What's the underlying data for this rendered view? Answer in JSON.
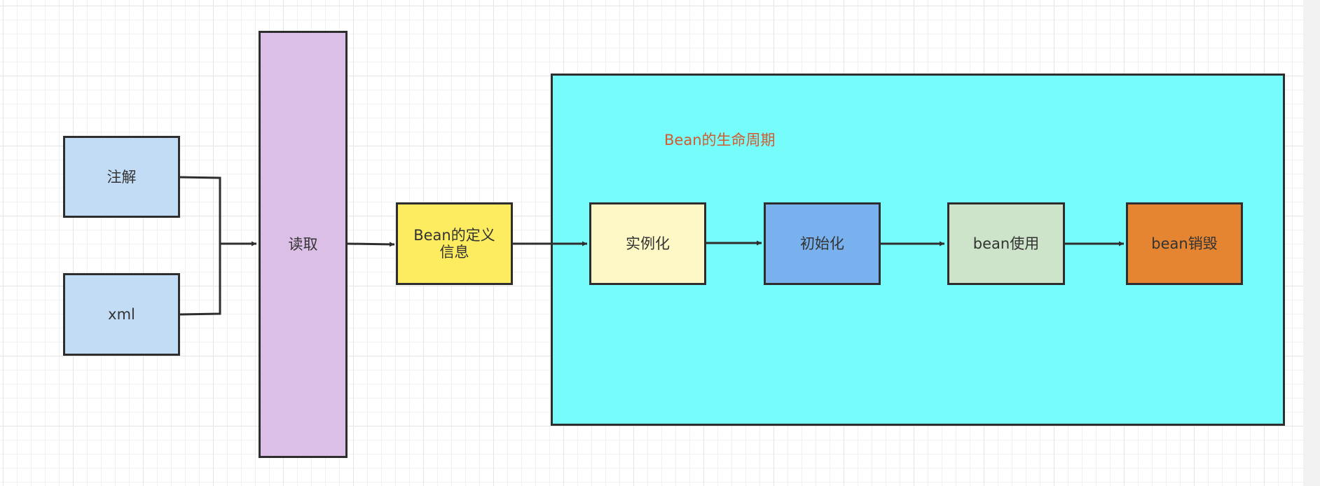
{
  "diagram": {
    "lifecycle_title": "Bean的生命周期",
    "nodes": {
      "annotation": {
        "label": "注解",
        "fill": "#c3dcf5"
      },
      "xml": {
        "label": "xml",
        "fill": "#c3dcf5"
      },
      "read": {
        "label": "读取",
        "fill": "#dcbfe6"
      },
      "definition": {
        "label": "Bean的定义\n信息",
        "fill": "#fdec60"
      },
      "instantiate": {
        "label": "实例化",
        "fill": "#fdf8c6"
      },
      "initialize": {
        "label": "初始化",
        "fill": "#78b1ed"
      },
      "use": {
        "label": "bean使用",
        "fill": "#cee4ca"
      },
      "destroy": {
        "label": "bean销毁",
        "fill": "#e58431"
      }
    },
    "lifecycle_container_fill": "#75fcfb",
    "edge_color": "#2e2e2e",
    "edges": [
      {
        "from": "annotation",
        "to": "read"
      },
      {
        "from": "xml",
        "to": "read"
      },
      {
        "from": "read",
        "to": "definition"
      },
      {
        "from": "definition",
        "to": "instantiate"
      },
      {
        "from": "instantiate",
        "to": "initialize"
      },
      {
        "from": "initialize",
        "to": "use"
      },
      {
        "from": "use",
        "to": "destroy"
      }
    ]
  }
}
